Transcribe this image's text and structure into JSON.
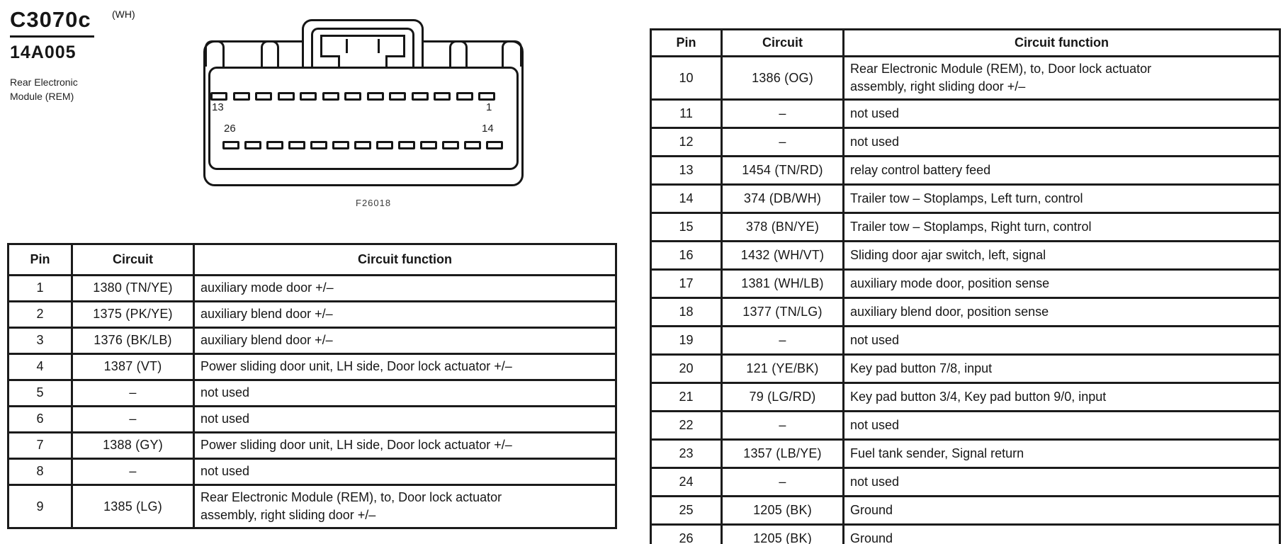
{
  "colors": {
    "ink": "#161616",
    "paper": "#ffffff"
  },
  "header": {
    "connector_id": "C3070c",
    "color_code": "(WH)",
    "part_number": "14A005",
    "module_line1": "Rear Electronic",
    "module_line2": "Module (REM)"
  },
  "diagram": {
    "figure_code": "F26018",
    "pins_per_row": 13,
    "pin_labels": {
      "top_left": "13",
      "top_right": "1",
      "bottom_left": "26",
      "bottom_right": "14"
    }
  },
  "tables": {
    "columns": [
      "Pin",
      "Circuit",
      "Circuit function"
    ],
    "left": {
      "rows": [
        {
          "pin": "1",
          "circuit": "1380 (TN/YE)",
          "function": "auxiliary mode door +/–"
        },
        {
          "pin": "2",
          "circuit": "1375 (PK/YE)",
          "function": "auxiliary blend door +/–"
        },
        {
          "pin": "3",
          "circuit": "1376 (BK/LB)",
          "function": "auxiliary blend door +/–"
        },
        {
          "pin": "4",
          "circuit": "1387 (VT)",
          "function": "Power sliding door unit, LH side, Door lock actuator +/–"
        },
        {
          "pin": "5",
          "circuit": "–",
          "function": "not used"
        },
        {
          "pin": "6",
          "circuit": "–",
          "function": "not used"
        },
        {
          "pin": "7",
          "circuit": "1388 (GY)",
          "function": "Power sliding door unit, LH side, Door lock actuator +/–"
        },
        {
          "pin": "8",
          "circuit": "–",
          "function": "not used"
        },
        {
          "pin": "9",
          "circuit": "1385 (LG)",
          "function": "Rear Electronic Module (REM), to, Door lock actuator",
          "function_line2": "assembly, right sliding door +/–"
        }
      ]
    },
    "right": {
      "rows": [
        {
          "pin": "10",
          "circuit": "1386 (OG)",
          "function": "Rear Electronic Module (REM), to, Door lock actuator",
          "function_line2": "assembly, right sliding door +/–"
        },
        {
          "pin": "11",
          "circuit": "–",
          "function": "not used"
        },
        {
          "pin": "12",
          "circuit": "–",
          "function": "not used"
        },
        {
          "pin": "13",
          "circuit": "1454 (TN/RD)",
          "function": "relay control battery feed"
        },
        {
          "pin": "14",
          "circuit": "374 (DB/WH)",
          "function": "Trailer tow – Stoplamps, Left turn, control"
        },
        {
          "pin": "15",
          "circuit": "378 (BN/YE)",
          "function": "Trailer tow – Stoplamps, Right turn, control"
        },
        {
          "pin": "16",
          "circuit": "1432 (WH/VT)",
          "function": "Sliding door ajar switch, left, signal"
        },
        {
          "pin": "17",
          "circuit": "1381 (WH/LB)",
          "function": "auxiliary mode door, position sense"
        },
        {
          "pin": "18",
          "circuit": "1377 (TN/LG)",
          "function": "auxiliary blend door, position sense"
        },
        {
          "pin": "19",
          "circuit": "–",
          "function": "not used"
        },
        {
          "pin": "20",
          "circuit": "121 (YE/BK)",
          "function": "Key pad button 7/8, input"
        },
        {
          "pin": "21",
          "circuit": "79 (LG/RD)",
          "function": "Key pad button 3/4, Key pad button 9/0, input"
        },
        {
          "pin": "22",
          "circuit": "–",
          "function": "not used"
        },
        {
          "pin": "23",
          "circuit": "1357 (LB/YE)",
          "function": "Fuel tank sender, Signal return"
        },
        {
          "pin": "24",
          "circuit": "–",
          "function": "not used"
        },
        {
          "pin": "25",
          "circuit": "1205 (BK)",
          "function": "Ground"
        },
        {
          "pin": "26",
          "circuit": "1205 (BK)",
          "function": "Ground"
        }
      ]
    }
  }
}
